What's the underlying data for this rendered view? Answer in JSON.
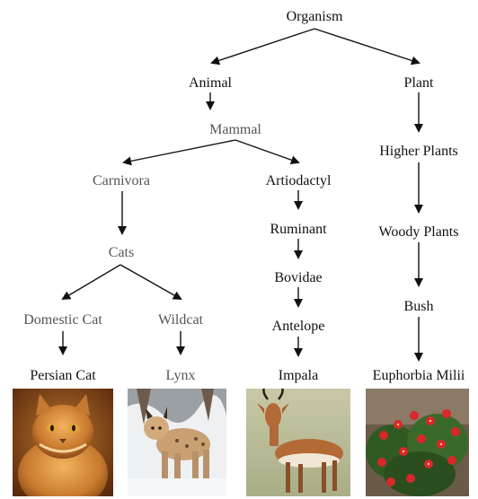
{
  "nodes": {
    "organism": "Organism",
    "animal": "Animal",
    "plant": "Plant",
    "mammal": "Mammal",
    "higher_plants": "Higher Plants",
    "carnivora": "Carnivora",
    "artiodactyl": "Artiodactyl",
    "ruminant": "Ruminant",
    "woody_plants": "Woody Plants",
    "cats": "Cats",
    "bovidae": "Bovidae",
    "bush": "Bush",
    "domestic_cat": "Domestic Cat",
    "wildcat": "Wildcat",
    "antelope": "Antelope",
    "persian_cat": "Persian Cat",
    "lynx": "Lynx",
    "impala": "Impala",
    "euphorbia_milii": "Euphorbia Milii"
  },
  "photos": [
    "persian-cat-photo",
    "lynx-photo",
    "impala-photo",
    "euphorbia-milii-photo"
  ]
}
